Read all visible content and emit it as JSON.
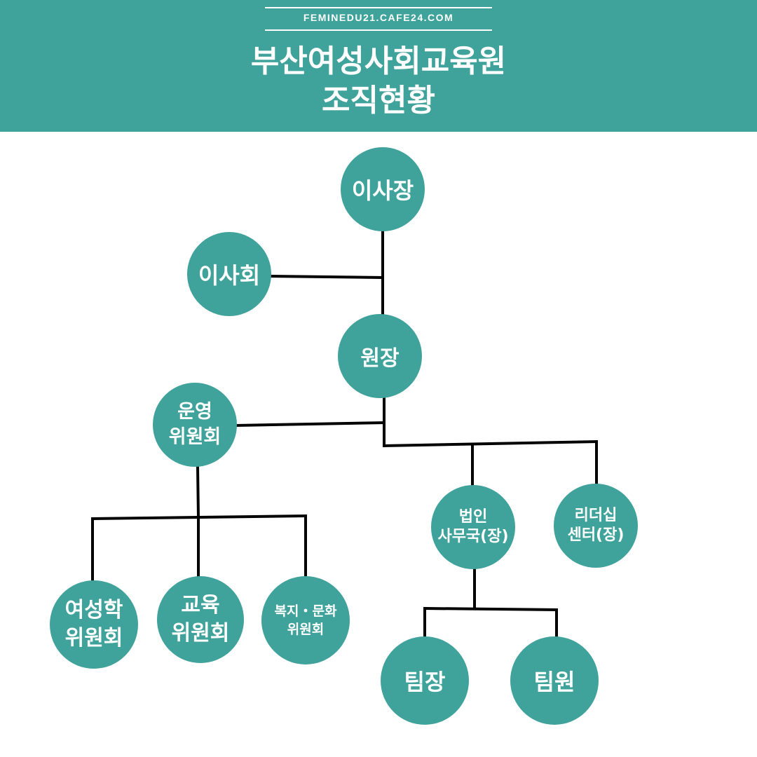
{
  "header": {
    "site_url": "FEMINEDU21.CAFE24.COM",
    "title_line1": "부산여성사회교육원",
    "title_line2": "조직현황"
  },
  "nodes": {
    "chairman": "이사장",
    "board": "이사회",
    "director": "원장",
    "operating_committee": "운영\n위원회",
    "corporate_office": "법인\n사무국(장)",
    "leadership_center": "리더십\n센터(장)",
    "womens_studies_committee": "여성학\n위원회",
    "education_committee": "교육\n위원회",
    "welfare_culture_committee": "복지・문화\n위원회",
    "team_leader": "팀장",
    "team_member": "팀원"
  },
  "colors": {
    "brand": "#40a39b",
    "connector": "#000000",
    "text": "#ffffff"
  }
}
